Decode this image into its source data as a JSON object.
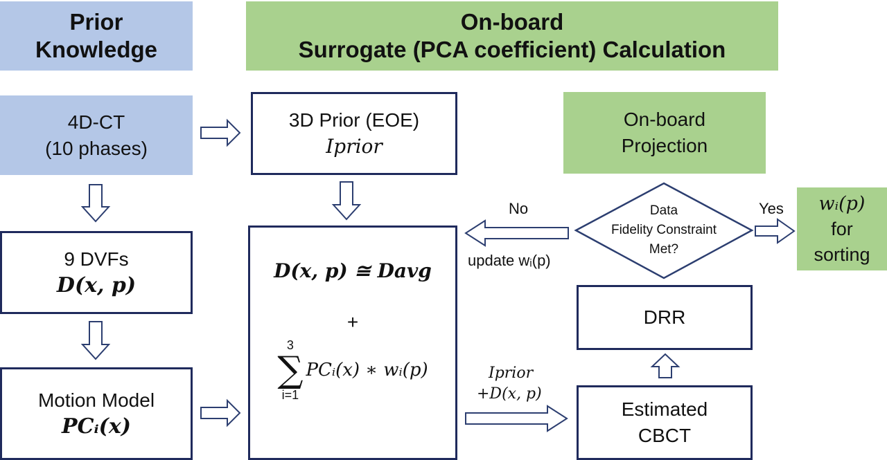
{
  "headers": {
    "prior_line1": "Prior",
    "prior_line2": "Knowledge",
    "onboard_line1": "On-board",
    "onboard_line2": "Surrogate (PCA coefficient) Calculation"
  },
  "left": {
    "ct_line1": "4D-CT",
    "ct_line2": "(10 phases)",
    "dvf_line1": "9 DVFs",
    "dvf_formula": "D(x, p)",
    "motion_line1": "Motion Model",
    "motion_formula": "PCᵢ(x)"
  },
  "middle": {
    "prior_line1": "3D Prior (EOE)",
    "prior_formula": "Iprior",
    "eq_line1": "D(x, p) ≅ Davg",
    "eq_plus": "+",
    "sum_upper": "3",
    "sum_symbol": "∑",
    "sum_lower": "i=1",
    "sum_term": "PCᵢ(x) ∗ wᵢ(p)"
  },
  "right": {
    "projection_line1": "On-board",
    "projection_line2": "Projection",
    "decision_line1": "Data",
    "decision_line2": "Fidelity Constraint",
    "decision_line3": "Met?",
    "yes_label": "Yes",
    "no_label": "No",
    "update_label": "update wᵢ(p)",
    "output_line1": "wᵢ(p)",
    "output_line2": "for",
    "output_line3": "sorting",
    "drr_label": "DRR",
    "cbct_line1": "Estimated",
    "cbct_line2": "CBCT",
    "recon_line1": "Iprior",
    "recon_line2": "+D(x, p)"
  },
  "colors": {
    "blue_fill": "#b4c7e7",
    "green_fill": "#a9d18e",
    "border": "#1f2a5c",
    "arrow_outline": "#2c3e70"
  }
}
